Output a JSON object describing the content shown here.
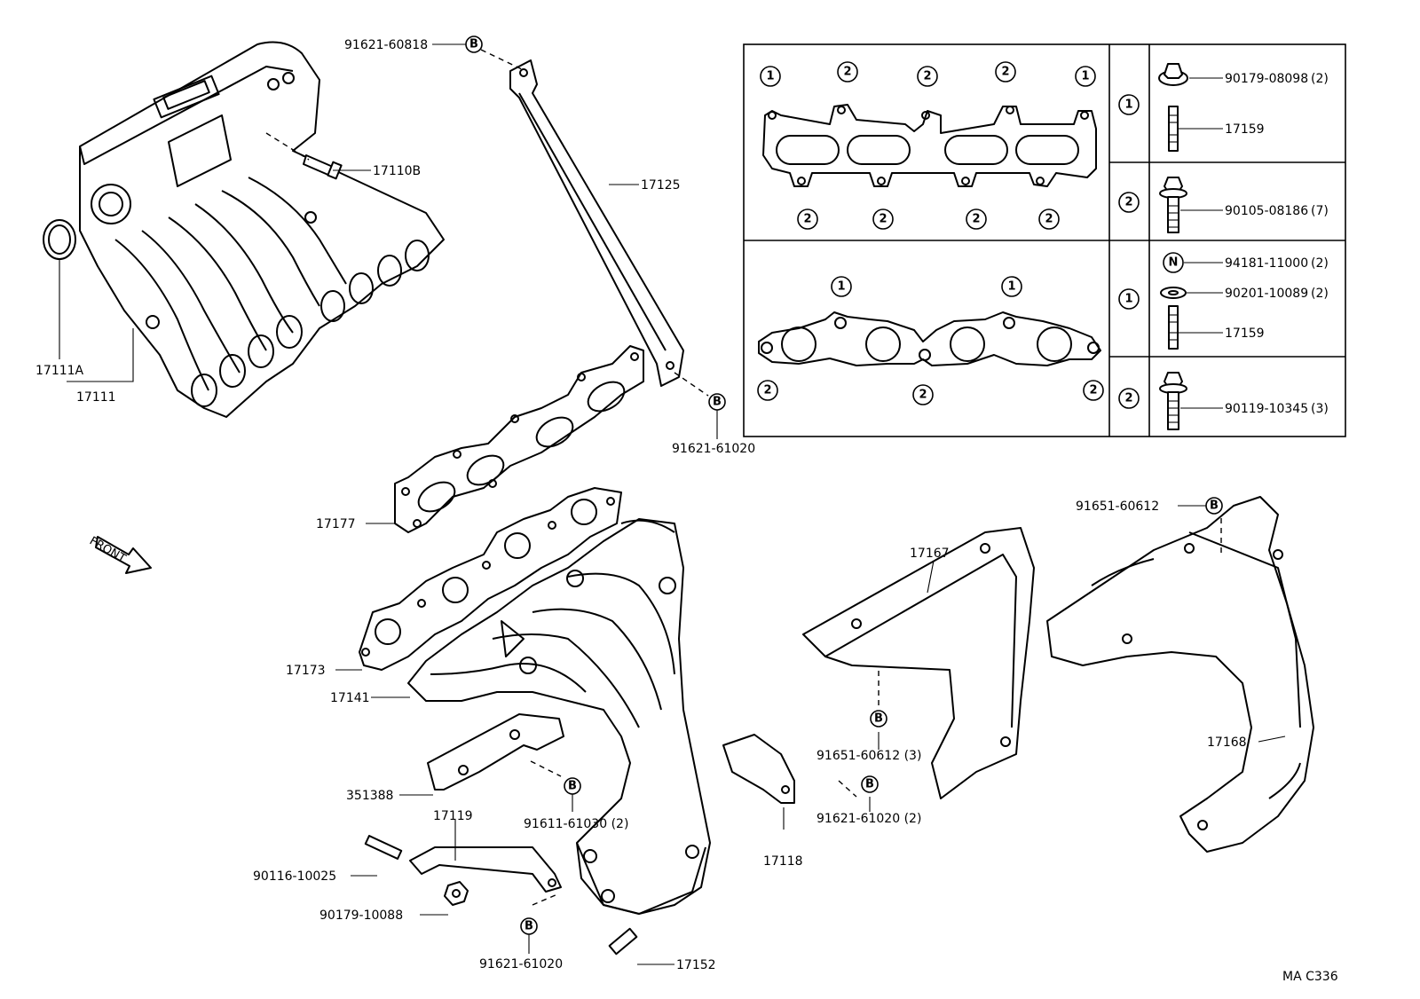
{
  "labels": {
    "p91621_60818": "91621-60818",
    "p17110b": "17110B",
    "p17125": "17125",
    "p17111a": "17111A",
    "p17111": "17111",
    "p91621_61020_top": "91621-61020",
    "p17177": "17177",
    "p17173": "17173",
    "p17141": "17141",
    "p351388": "351388",
    "p17119": "17119",
    "p91611_61030": "91611-61030 (2)",
    "p90116_10025": "90116-10025",
    "p90179_10088": "90179-10088",
    "p91621_61020_bot": "91621-61020",
    "p17152": "17152",
    "p17167": "17167",
    "p91651_60612_3": "91651-60612 (3)",
    "p91621_61020_2": "91621-61020 (2)",
    "p17118": "17118",
    "p91651_60612": "91651-60612",
    "p17168": "17168",
    "front": "FRONT",
    "code": "MA C336"
  },
  "markers": {
    "bolt_b": "B",
    "nut_n": "N",
    "one": "1",
    "two": "2"
  },
  "legend": {
    "r1_part1": "90179-08098",
    "r1_qty1": "(2)",
    "r1_part2": "17159",
    "r2_part1": "90105-08186",
    "r2_qty1": "(7)",
    "r3_part1": "94181-11000",
    "r3_qty1": "(2)",
    "r3_part2": "90201-10089",
    "r3_qty2": "(2)",
    "r3_part3": "17159",
    "r4_part1": "90119-10345",
    "r4_qty1": "(3)"
  }
}
